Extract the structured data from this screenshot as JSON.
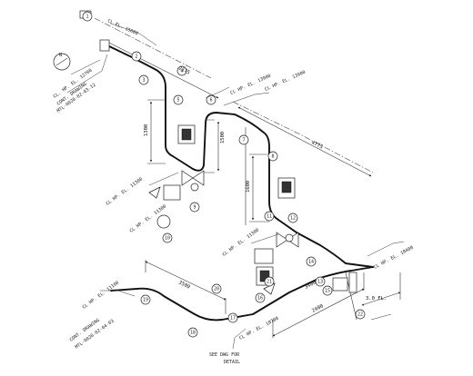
{
  "labels": {
    "cl_el_top": "CL EL. 15000",
    "north_mark": "N",
    "cl_el_left": "CL. HP. EL. 12700",
    "cont_ref_top": "CONT. DRAWING",
    "cont_ref_top_line": "MTL-0020-02-03-12",
    "cl_el_upper_right": "CL HP. EL. 13900",
    "cl_el_mid_right": "CL HP. EL. 13900",
    "dim_vertical_left": "1300",
    "dim_vertical_mid": "1500",
    "dim_vertical_right": "1600",
    "dim_top_run": "2175",
    "dim_right_run": "4775",
    "cl_el_left_mid": "CL HP. EL. 11300",
    "cl_el_mid_low": "CL HP. EL. 11300",
    "cl_el_right_low": "CL HP. EL. 11300",
    "cl_el_right_end": "CL HP. EL. 10400",
    "cl_el_lower_left": "CL HP. EL. 11100",
    "cont_ref_low": "CONT. DRAWING",
    "cont_ref_low_line": "MTL-0020-02-04-03",
    "cl_el_bottom": "CL HP. EL. 10700",
    "dim_bottom_run": "3500",
    "dim_bottom_right": "2400",
    "dim_bottom_mid": "3400",
    "fl_mark": "3.0 FL.",
    "bottom_ref": "SEE DWG FOR",
    "bottom_ref_sub": "DETAIL"
  },
  "balloons": [
    "1",
    "2",
    "3",
    "4",
    "5",
    "6",
    "7",
    "8",
    "9",
    "10",
    "11",
    "12",
    "13",
    "14",
    "15",
    "16",
    "17",
    "18",
    "19",
    "20",
    "21",
    "22"
  ]
}
